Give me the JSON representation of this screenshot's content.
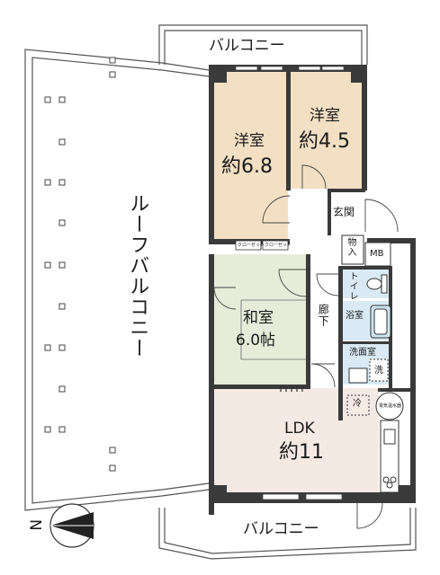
{
  "balcony_top": "バルコニー",
  "balcony_bottom": "バルコニー",
  "roof_balcony": "ルーフバルコニー",
  "rooms": {
    "west_room_name": "洋室",
    "west_room_size": "約6.8",
    "east_room_name": "洋室",
    "east_room_size": "約4.5",
    "washitsu_name": "和室",
    "washitsu_size": "6.0帖",
    "ldk_name": "LDK",
    "ldk_size": "約11"
  },
  "fixtures": {
    "entrance": "玄関",
    "storage": "物入",
    "mb": "MB",
    "toilet": "トイレ",
    "bathroom": "浴室",
    "washroom": "洗面室",
    "wash": "洗",
    "corridor": "廊下",
    "fridge": "冷",
    "water_heater": "電気温水器",
    "closet_1": "クローゼット",
    "closet_2": "クローゼット"
  },
  "compass": {
    "north_label": "N"
  },
  "colors": {
    "wall": "#3a3a3a",
    "western_room": "#f3dfc3",
    "washitsu": "#e6ecd9",
    "ldk": "#f5e9e4",
    "wet_area": "#d9eaf5",
    "floor_white": "#ffffff"
  }
}
